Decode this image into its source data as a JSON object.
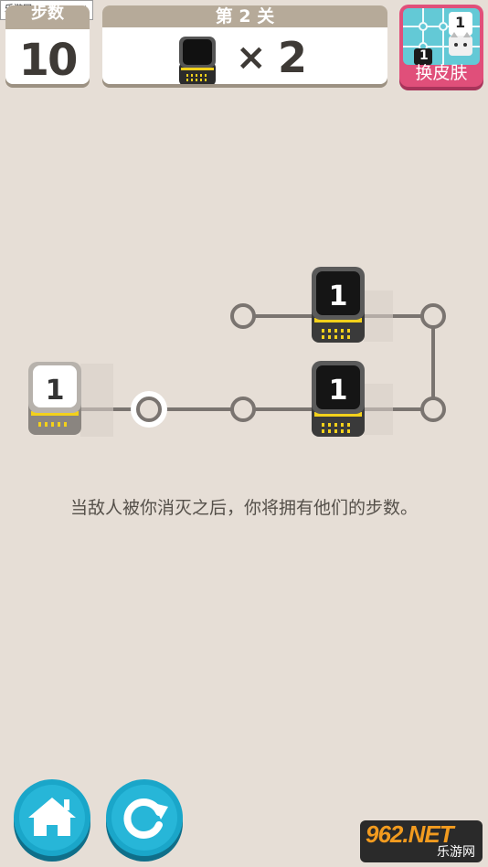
{
  "watermark_top": "乐游网 www.962.net",
  "hud": {
    "steps_label": "步数",
    "steps_value": "10",
    "level_title": "第 2 关",
    "goal_mult": "×",
    "goal_count": "2",
    "skin_button_label": "换皮肤",
    "skin_preview_badge_1": "1",
    "skin_preview_badge_2": "1"
  },
  "board": {
    "player_value": "1",
    "enemy_top_value": "1",
    "enemy_bottom_value": "1",
    "hint_text": "当敌人被你消灭之后，你将拥有他们的步数。"
  },
  "watermark_bottom": {
    "main": "962.NET",
    "sub": "乐游网"
  },
  "colors": {
    "background": "#e6ded6",
    "panel_band": "#b6aa99",
    "skin_button": "#e04f7a",
    "round_button": "#1aa6c9",
    "enemy_face": "#1b1b1b",
    "player_face": "#ffffff",
    "accent_yellow": "#f3d11b",
    "path_line": "#7a7470"
  },
  "icons": [
    "home-icon",
    "restart-icon",
    "player-piece-icon",
    "enemy-piece-icon",
    "cat-skin-icon"
  ]
}
